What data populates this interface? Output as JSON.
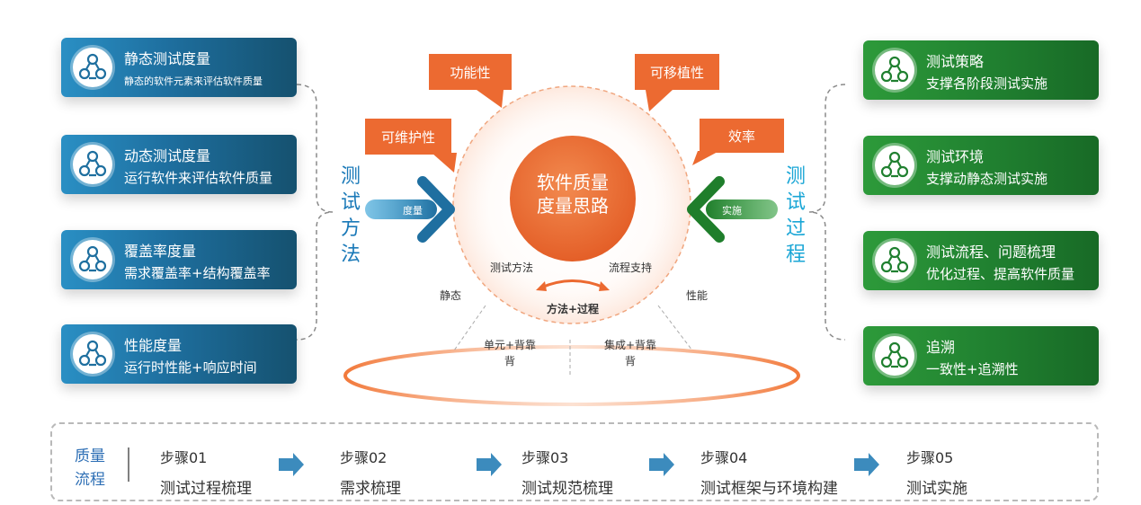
{
  "left_cards": [
    {
      "title": "静态测试度量",
      "desc": "静态的软件元素来评估软件质量",
      "icon": "share-icon"
    },
    {
      "title": "动态测试度量",
      "desc": "运行软件来评估软件质量",
      "icon": "share-icon"
    },
    {
      "title": "覆盖率度量",
      "desc": "需求覆盖率+结构覆盖率",
      "icon": "share-icon"
    },
    {
      "title": "性能度量",
      "desc": "运行时性能+响应时间",
      "icon": "share-icon"
    }
  ],
  "right_cards": [
    {
      "title": "测试策略",
      "desc": "支撑各阶段测试实施",
      "icon": "share-icon"
    },
    {
      "title": "测试环境",
      "desc": "支撑动静态测试实施",
      "icon": "share-icon"
    },
    {
      "title": "测试流程、问题梳理",
      "desc": "优化过程、提高软件质量",
      "icon": "share-icon"
    },
    {
      "title": "追溯",
      "desc": "一致性+追溯性",
      "icon": "share-icon"
    }
  ],
  "left_vertical": [
    "测",
    "试",
    "方",
    "法"
  ],
  "right_vertical": [
    "测",
    "试",
    "过",
    "程"
  ],
  "tags": {
    "functionality": "功能性",
    "portability": "可移植性",
    "maintainability": "可维护性",
    "efficiency": "效率"
  },
  "center": {
    "title_line1": "软件质量",
    "title_line2": "度量思路",
    "left_arrow_label": "度量",
    "right_arrow_label": "实施",
    "test_method": "测试方法",
    "process_support": "流程支持",
    "method_process": "方法+过程",
    "static": "静态",
    "performance": "性能",
    "unit_line1": "单元+背靠",
    "unit_line2": "背",
    "integration_line1": "集成+背靠",
    "integration_line2": "背"
  },
  "flow": {
    "title_line1": "质量",
    "title_line2": "流程",
    "steps": [
      {
        "num": "步骤01",
        "name": "测试过程梳理"
      },
      {
        "num": "步骤02",
        "name": "需求梳理"
      },
      {
        "num": "步骤03",
        "name": "测试规范梳理"
      },
      {
        "num": "步骤04",
        "name": "测试框架与环境构建"
      },
      {
        "num": "步骤05",
        "name": "测试实施"
      }
    ]
  },
  "colors": {
    "blue": "#1e6f9f",
    "green": "#208030",
    "orange": "#ec6a31",
    "accent_text": "#1aa6d6"
  }
}
